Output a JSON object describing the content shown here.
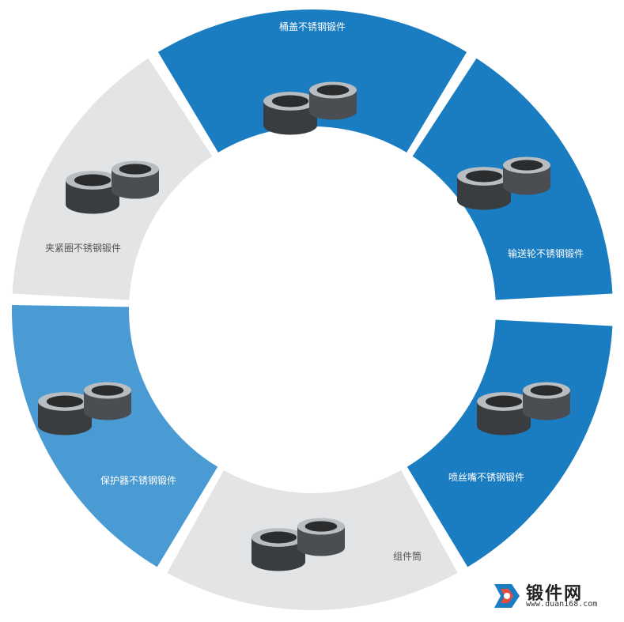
{
  "colors": {
    "blue": "#1a7cc1",
    "light_blue": "#4a9bd4",
    "gray": "#e3e4e6",
    "label_on_blue": "#ffffff",
    "label_on_gray": "#555555",
    "metal_dark": "#3a3d40",
    "metal_light": "#b8bdc2"
  },
  "segments": [
    {
      "id": "bucket-lid",
      "label": "桶盖不锈钢锻件",
      "color": "blue"
    },
    {
      "id": "conveyor-wheel",
      "label": "输送轮不锈钢锻件",
      "color": "blue"
    },
    {
      "id": "spray-nozzle",
      "label": "喷丝嘴不锈钢锻件",
      "color": "blue"
    },
    {
      "id": "component-tube",
      "label": "组件筒",
      "color": "gray"
    },
    {
      "id": "protector",
      "label": "保护器不锈钢锻件",
      "color": "light_blue"
    },
    {
      "id": "clamp-ring",
      "label": "夹紧圈不锈钢锻件",
      "color": "gray"
    }
  ],
  "logo": {
    "title": "锻件网",
    "url": "www.duan168.com"
  }
}
